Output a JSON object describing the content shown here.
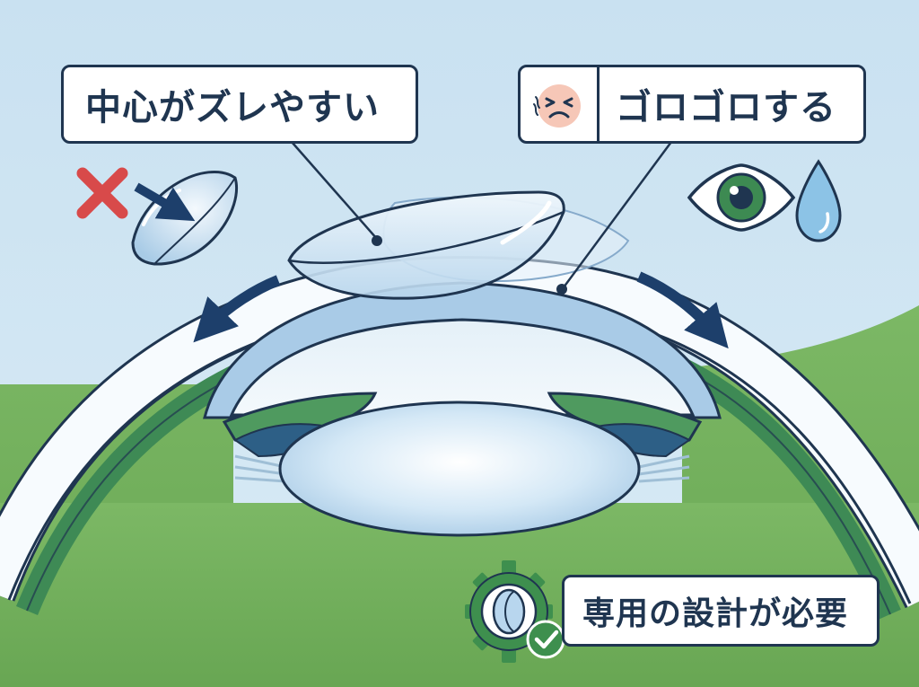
{
  "callouts": {
    "left": "中心がズレやすい",
    "right": "ゴロゴロする",
    "bottom": "専用の設計が必要"
  },
  "icons": {
    "wrong_mark": "red-x-icon",
    "uneasy_face": "uneasy-face-icon",
    "eye": "eye-icon",
    "tear": "tear-drop-icon",
    "gear_lens": "gear-lens-icon",
    "check": "check-badge-icon"
  },
  "colors": {
    "sky": "#cfe3f1",
    "grass": "#6fae5a",
    "outline": "#1f3550",
    "arrow": "#1d3f6b",
    "lens": "#dcecf7",
    "iris_green": "#3d8a52",
    "wrong_red": "#d84a4a",
    "check_green": "#3e8f4e"
  }
}
